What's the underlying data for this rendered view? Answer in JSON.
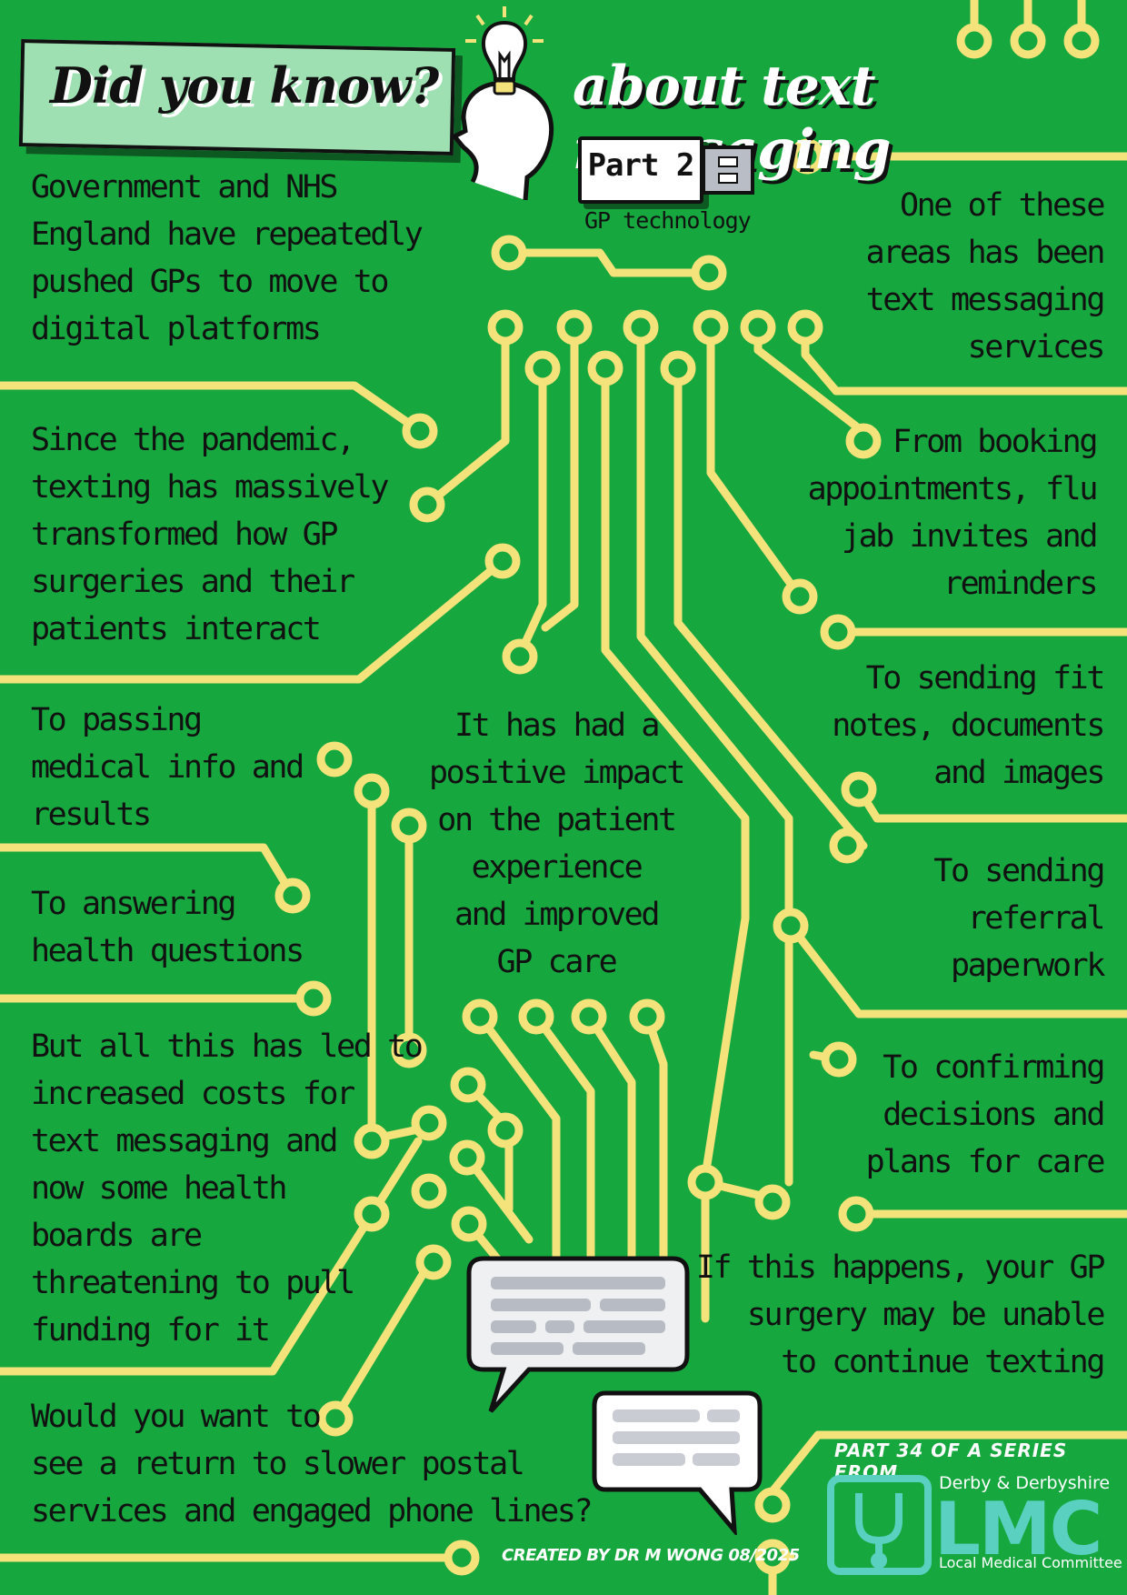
{
  "header": {
    "banner_text": "Did you know?",
    "headline": "about text messaging",
    "usb_label": "Part 2",
    "subtitle": "GP technology"
  },
  "left_texts": [
    "Government and NHS\nEngland have repeatedly\npushed GPs to move to\ndigital platforms",
    "Since the pandemic,\ntexting has massively\ntransformed how GP\nsurgeries and their\npatients interact",
    "To passing\nmedical info and\nresults",
    "To answering\nhealth questions",
    "But all this has led to\nincreased costs for\ntext messaging and\nnow some health\nboards are\nthreatening to pull\nfunding for it",
    "Would you want to\nsee a return to slower postal\nservices and engaged phone lines?"
  ],
  "right_texts": [
    "One of these\nareas has been\ntext messaging\nservices",
    "From booking\nappointments, flu\njab invites and\nreminders",
    "To sending fit\nnotes, documents\nand images",
    "To sending\nreferral\npaperwork",
    "To confirming\ndecisions and\nplans for care",
    "If this happens, your GP\nsurgery may be unable\nto continue texting"
  ],
  "center_text": "It has had a\npositive impact\non the patient\nexperience\nand improved\nGP care",
  "footer": {
    "series_text": "PART 34 OF A SERIES FROM",
    "org_name": "Derby & Derbyshire",
    "logo_text": "LMC",
    "org_subtitle": "Local Medical Committee",
    "credit": "CREATED BY DR M WONG 08/2025"
  },
  "colors": {
    "background": "#17a73f",
    "trace": "#f4e27a",
    "text": "#111111",
    "banner": "#9fe0b2",
    "logo": "#5ad1c0"
  },
  "icons": [
    "lightbulb-icon",
    "head-silhouette-icon",
    "usb-stick-icon",
    "chat-bubble-icon",
    "stethoscope-icon"
  ]
}
